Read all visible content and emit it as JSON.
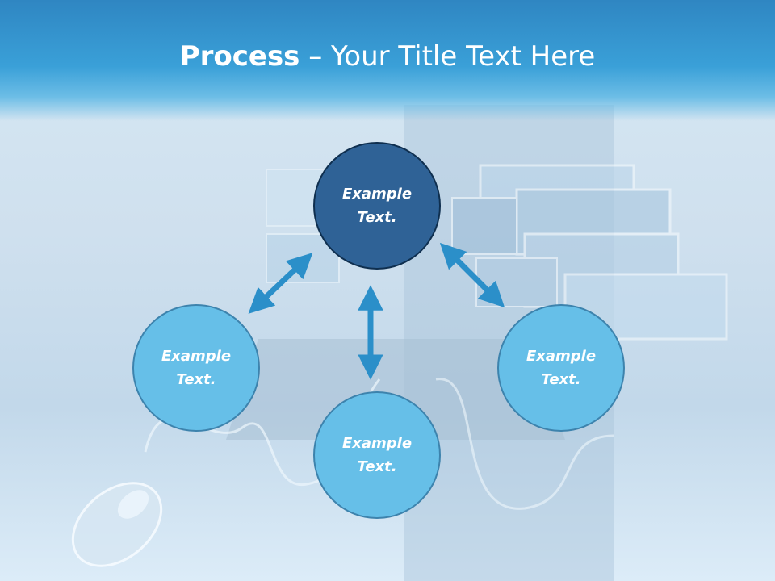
{
  "slide": {
    "title_bold": "Process",
    "title_rest": " – Your Title Text Here"
  },
  "nodes": [
    {
      "id": "top",
      "label": "Example Text."
    },
    {
      "id": "left",
      "label": "Example Text."
    },
    {
      "id": "bottom",
      "label": "Example Text."
    },
    {
      "id": "right",
      "label": "Example Text."
    }
  ],
  "colors": {
    "header": "#3aa0d8",
    "center_node": "#2f6296",
    "outer_node": "#66bfe8",
    "arrow": "#2b8fc9"
  }
}
